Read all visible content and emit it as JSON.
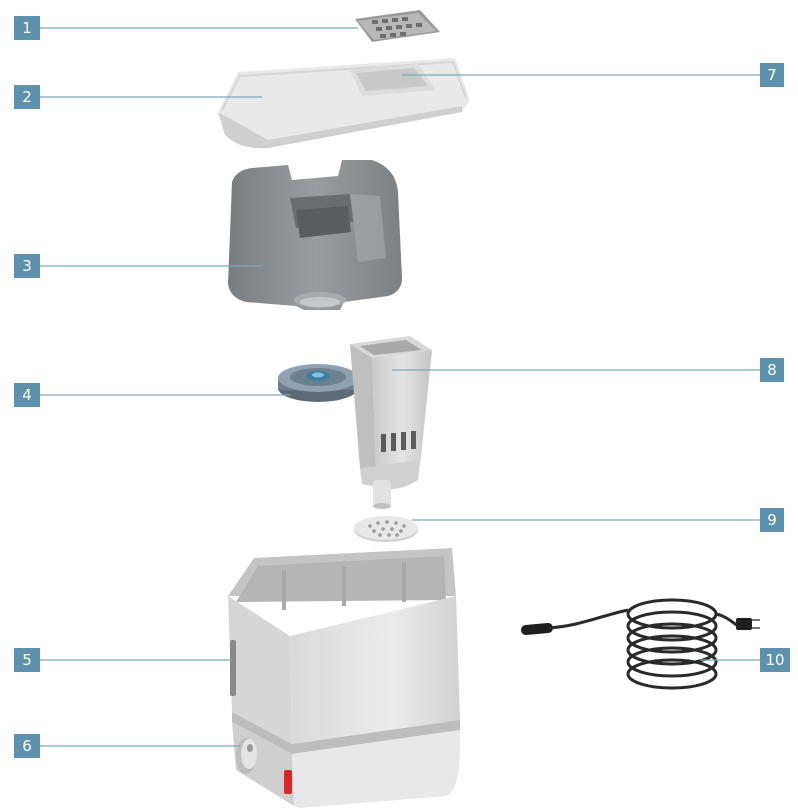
{
  "colors": {
    "badge": "#5e91ad",
    "leader_line": "#7fa6bd",
    "part_light": "#e6e6e6",
    "part_mid": "#cfcfcf",
    "part_dark": "#8c8c8c",
    "indicator": "#d8262b"
  },
  "callouts": [
    {
      "label": "1",
      "part": "top-grille"
    },
    {
      "label": "2",
      "part": "top-cover"
    },
    {
      "label": "3",
      "part": "water-tank"
    },
    {
      "label": "4",
      "part": "tank-cap"
    },
    {
      "label": "5",
      "part": "housing"
    },
    {
      "label": "6",
      "part": "control-knob"
    },
    {
      "label": "7",
      "part": "cover-handle"
    },
    {
      "label": "8",
      "part": "mist-chimney"
    },
    {
      "label": "9",
      "part": "filter-disc"
    },
    {
      "label": "10",
      "part": "power-cord"
    }
  ]
}
